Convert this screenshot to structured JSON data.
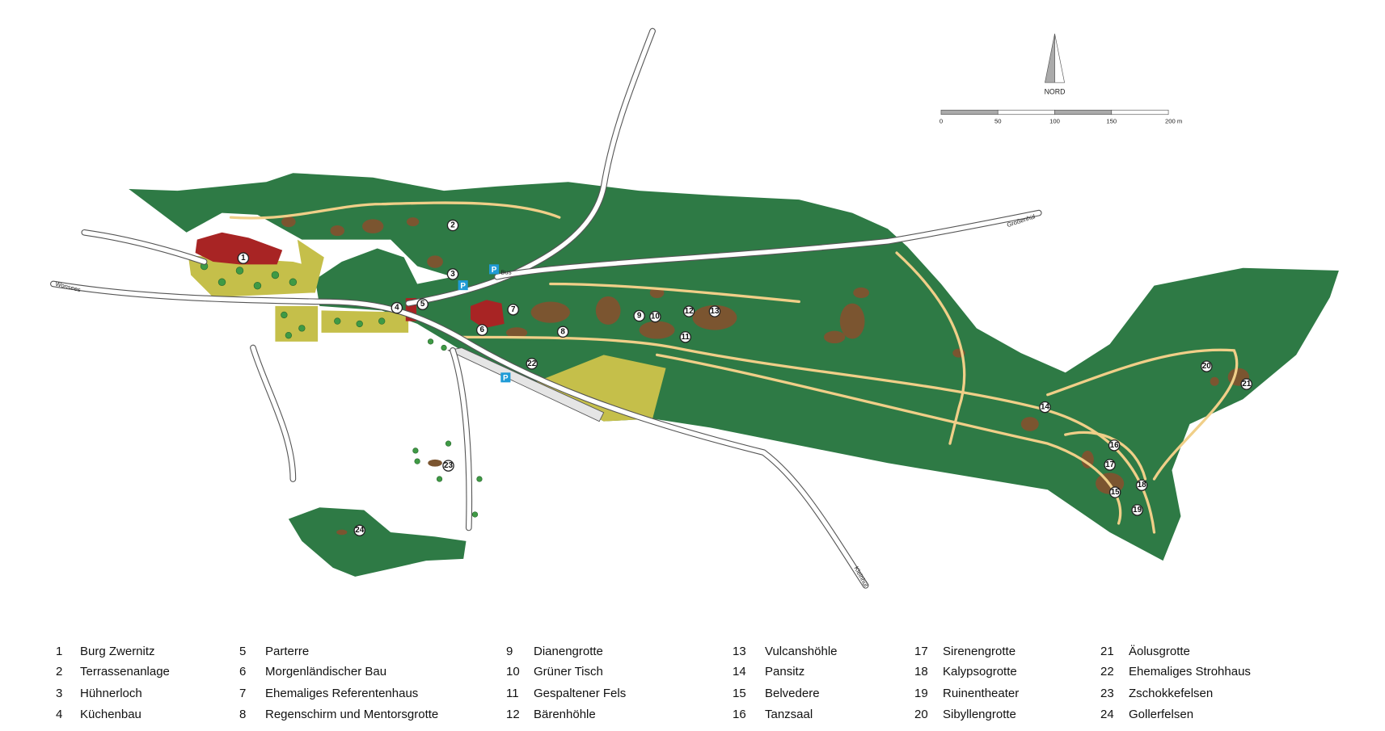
{
  "compass": {
    "label": "NORD"
  },
  "scale": {
    "ticks": [
      "0",
      "50",
      "100",
      "150",
      "200 m"
    ]
  },
  "roads": {
    "west": "Wonsees",
    "east": "Großenhül",
    "south": "Kleinhül",
    "bus": "Bus",
    "parking": "P"
  },
  "legend": {
    "items": [
      {
        "num": "1",
        "label": "Burg Zwernitz"
      },
      {
        "num": "2",
        "label": "Terrassenanlage"
      },
      {
        "num": "3",
        "label": "Hühnerloch"
      },
      {
        "num": "4",
        "label": "Küchenbau"
      },
      {
        "num": "5",
        "label": "Parterre"
      },
      {
        "num": "6",
        "label": "Morgenländischer Bau"
      },
      {
        "num": "7",
        "label": "Ehemaliges Referentenhaus"
      },
      {
        "num": "8",
        "label": "Regenschirm und Mentorsgrotte"
      },
      {
        "num": "9",
        "label": "Dianengrotte"
      },
      {
        "num": "10",
        "label": "Grüner Tisch"
      },
      {
        "num": "11",
        "label": "Gespaltener Fels"
      },
      {
        "num": "12",
        "label": "Bärenhöhle"
      },
      {
        "num": "13",
        "label": "Vulcanshöhle"
      },
      {
        "num": "14",
        "label": "Pansitz"
      },
      {
        "num": "15",
        "label": "Belvedere"
      },
      {
        "num": "16",
        "label": "Tanzsaal"
      },
      {
        "num": "17",
        "label": "Sirenengrotte"
      },
      {
        "num": "18",
        "label": "Kalypsogrotte"
      },
      {
        "num": "19",
        "label": "Ruinentheater"
      },
      {
        "num": "20",
        "label": "Sibyllengrotte"
      },
      {
        "num": "21",
        "label": "Äolusgrotte"
      },
      {
        "num": "22",
        "label": "Ehemaliges Strohhaus"
      },
      {
        "num": "23",
        "label": "Zschokkefelsen"
      },
      {
        "num": "24",
        "label": "Gollerfelsen"
      }
    ]
  },
  "colors": {
    "forest": "#2e7a45",
    "path": "#f0cf88",
    "rock": "#7b5530",
    "meadow": "#c5bf4a",
    "building": "#a82424",
    "parking": "#1f9bd6"
  }
}
